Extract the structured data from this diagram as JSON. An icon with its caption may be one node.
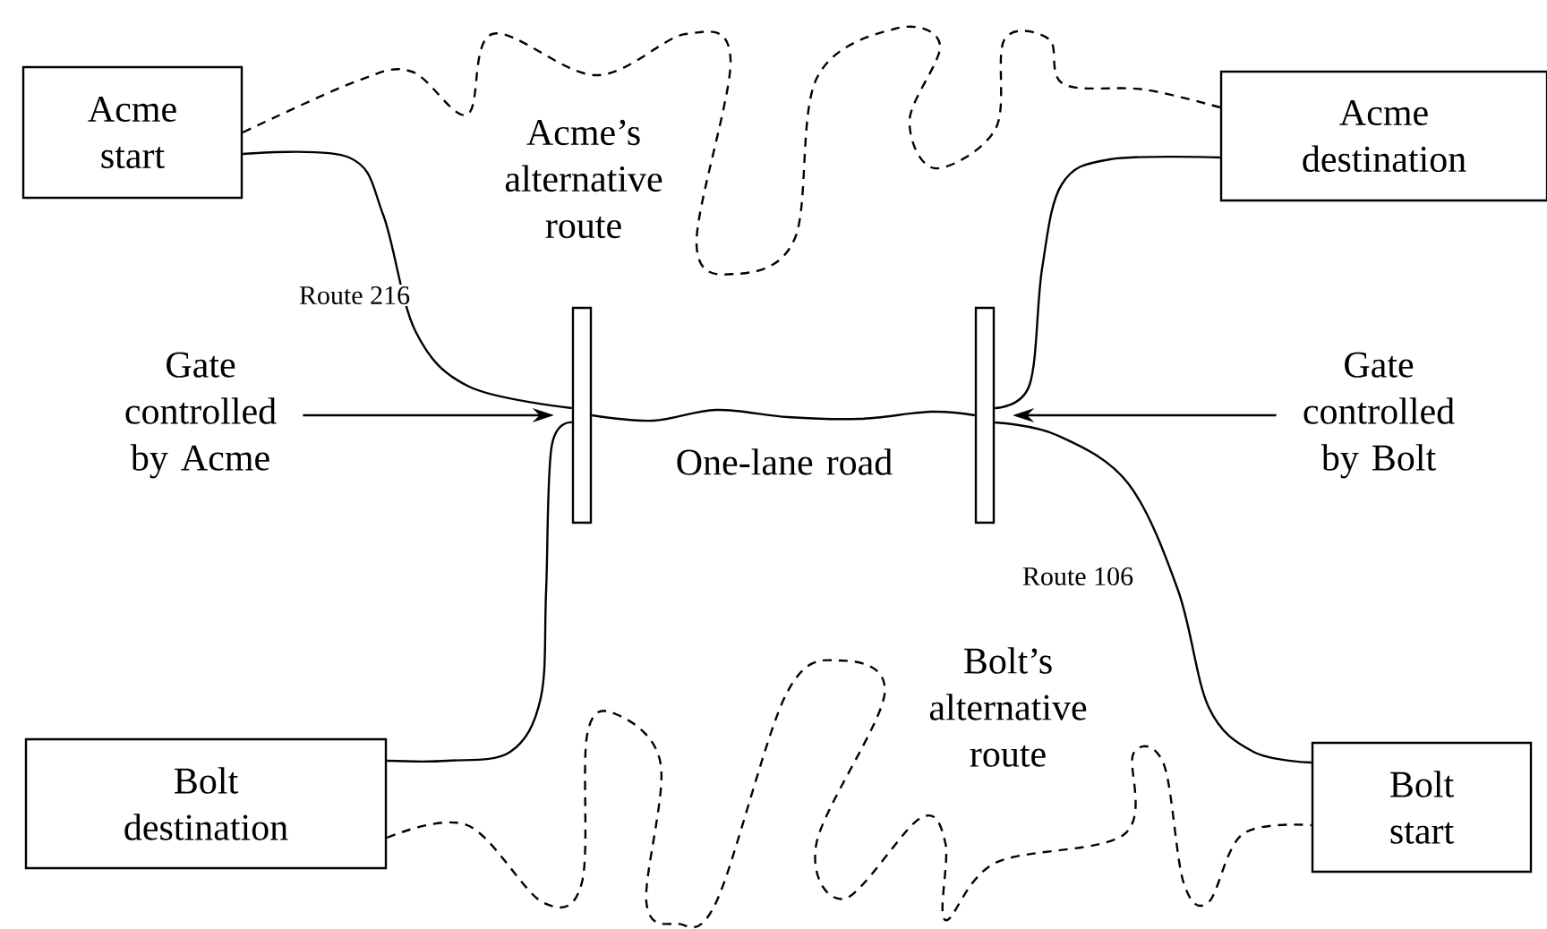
{
  "diagram": {
    "nodes": [
      {
        "text": [
          "Acme start"
        ]
      },
      {
        "text": [
          "Acme destination"
        ]
      },
      {
        "text": [
          "Bolt destination"
        ]
      },
      {
        "text": [
          "Bolt start"
        ]
      },
      {
        "text": [],
        "shape": "bar"
      },
      {
        "text": [],
        "shape": "bar"
      },
      {
        "text": [
          "Gate controlled by Acme"
        ]
      },
      {
        "text": [
          "Gate controlled by Bolt"
        ]
      }
    ],
    "edges": [
      {
        "from": 0,
        "to": 1,
        "arrow": "none",
        "style": "dashed",
        "label": "Acme’s alternative route"
      },
      {
        "from": 0,
        "to": 4,
        "arrow": "none",
        "label": "Route 216"
      },
      {
        "from": 4,
        "to": 5,
        "arrow": "none",
        "label": "One-lane road"
      },
      {
        "from": 5,
        "to": 1,
        "arrow": "none"
      },
      {
        "from": 3,
        "to": 5,
        "arrow": "none",
        "label": "Route 106"
      },
      {
        "from": 4,
        "to": 2,
        "arrow": "none"
      },
      {
        "from": 2,
        "to": 3,
        "arrow": "none",
        "style": "dashed",
        "label": "Bolt’s alternative route"
      },
      {
        "from": 6,
        "to": 4,
        "arrow": "to"
      },
      {
        "from": 7,
        "to": 5,
        "arrow": "to"
      }
    ]
  }
}
